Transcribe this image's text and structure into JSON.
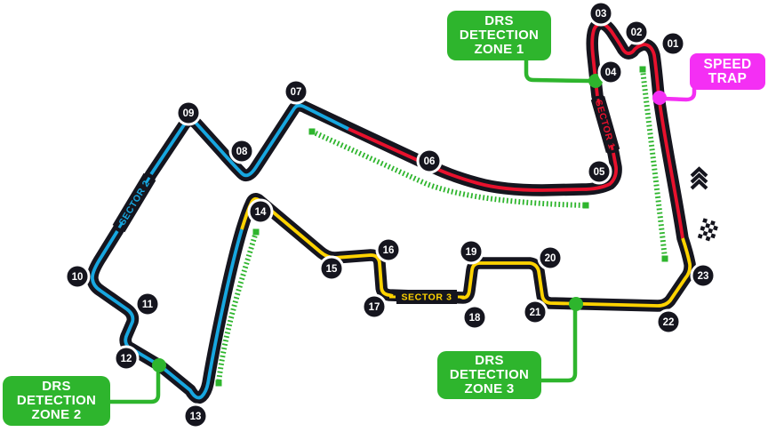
{
  "colors": {
    "track": "#15151e",
    "sector1": "#e8112d",
    "sector2": "#17a7e0",
    "sector3": "#ffd300",
    "drs_green": "#2eb52d",
    "speed_trap": "#f42ff4"
  },
  "sectors": [
    {
      "name": "SECTOR 1"
    },
    {
      "name": "SECTOR 2"
    },
    {
      "name": "SECTOR 3"
    }
  ],
  "corners": [
    "01",
    "02",
    "03",
    "04",
    "05",
    "06",
    "07",
    "08",
    "09",
    "10",
    "11",
    "12",
    "13",
    "14",
    "15",
    "16",
    "17",
    "18",
    "19",
    "20",
    "21",
    "22",
    "23"
  ],
  "boxes": {
    "drs1": {
      "lines": [
        "DRS",
        "DETECTION",
        "ZONE 1"
      ]
    },
    "drs2": {
      "lines": [
        "DRS",
        "DETECTION",
        "ZONE 2"
      ]
    },
    "drs3": {
      "lines": [
        "DRS",
        "DETECTION",
        "ZONE 3"
      ]
    },
    "speed_trap": {
      "lines": [
        "SPEED",
        "TRAP"
      ]
    }
  },
  "icons": {
    "direction": "up-chevrons-icon",
    "finish": "checkered-flag-icon"
  }
}
